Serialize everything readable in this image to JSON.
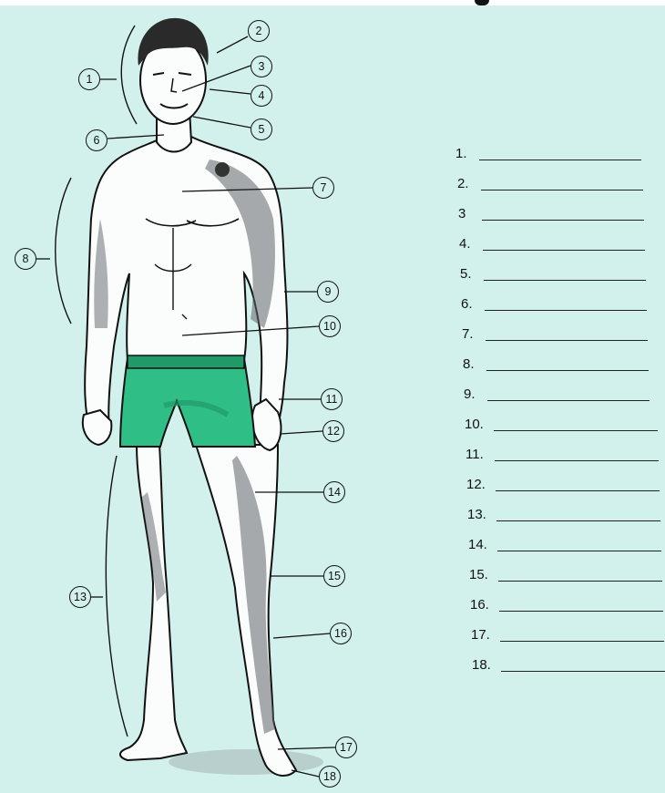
{
  "callouts": [
    "1",
    "2",
    "3",
    "4",
    "5",
    "6",
    "7",
    "8",
    "9",
    "10",
    "11",
    "12",
    "13",
    "14",
    "15",
    "16",
    "17",
    "18"
  ],
  "answer_labels": [
    "1.",
    "2.",
    "3",
    "4.",
    "5.",
    "6.",
    "7.",
    "8.",
    "9.",
    "10.",
    "11.",
    "12.",
    "13.",
    "14.",
    "15.",
    "16.",
    "17.",
    "18."
  ],
  "colors": {
    "background": "#d2f1ec",
    "shorts": "#2fbf86",
    "shorts_band": "#1f9a68",
    "skin": "#fbfdfc",
    "shadow": "#5e6468",
    "hair": "#2a2a2a",
    "ink": "#111111"
  }
}
